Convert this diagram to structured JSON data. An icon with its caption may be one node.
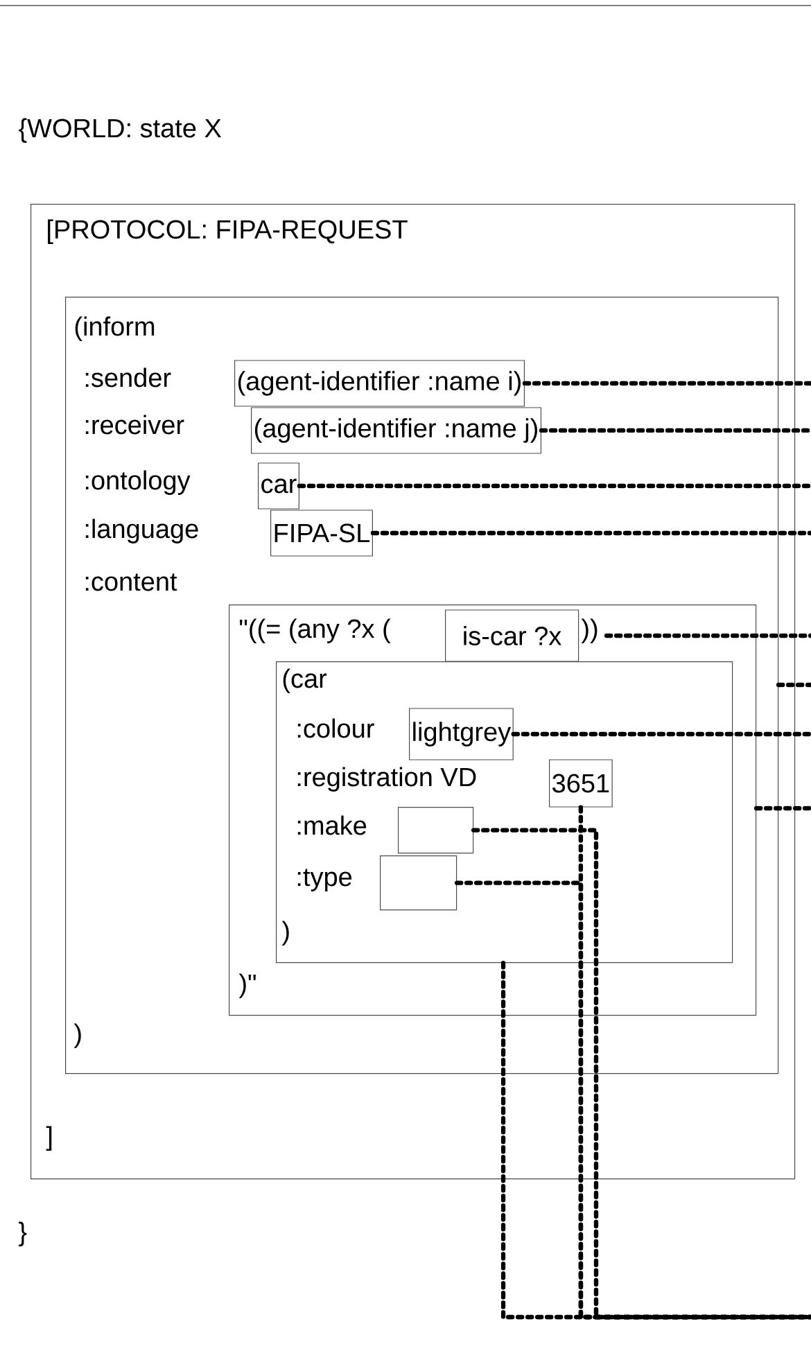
{
  "diagram": {
    "nodes": [
      {
        "text": [
          "[PROTOCOL: FIPA-REQUEST",
          "]"
        ]
      },
      {
        "text": [
          "(inform",
          ":sender",
          ":receiver",
          ":ontology",
          ":language",
          ":content",
          ")"
        ],
        "in": 0
      },
      {
        "text": [
          "(agent-identifier :name i)"
        ],
        "in": 1
      },
      {
        "text": [
          "(agent-identifier :name j)"
        ],
        "in": 1
      },
      {
        "text": [
          "car"
        ],
        "in": 1
      },
      {
        "text": [
          "FIPA-SL"
        ],
        "in": 1
      },
      {
        "text": [
          "\"((= (any ?x (",
          "))",
          ")\""
        ],
        "in": 1
      },
      {
        "text": [
          "is-car ?x"
        ],
        "in": 6
      },
      {
        "text": [
          "(car",
          ":colour",
          ":registration VD",
          ":make",
          ":type",
          ")"
        ],
        "in": 6
      },
      {
        "text": [
          "lightgrey"
        ],
        "in": 8
      },
      {
        "text": [
          "3651"
        ],
        "in": 8
      },
      {
        "text": [],
        "shape": "box",
        "in": 8
      },
      {
        "text": [],
        "shape": "box",
        "in": 8
      }
    ],
    "edges": [
      {
        "from": 2,
        "to": null,
        "arrow": "none",
        "style": "dashed"
      },
      {
        "from": 3,
        "to": null,
        "arrow": "none",
        "style": "dashed"
      },
      {
        "from": 4,
        "to": null,
        "arrow": "none",
        "style": "dashed"
      },
      {
        "from": 5,
        "to": null,
        "arrow": "none",
        "style": "dashed"
      },
      {
        "from": 7,
        "to": null,
        "arrow": "none",
        "style": "dashed"
      },
      {
        "from": 1,
        "to": null,
        "arrow": "none",
        "style": "dashed"
      },
      {
        "from": 9,
        "to": null,
        "arrow": "none",
        "style": "dashed"
      },
      {
        "from": 6,
        "to": null,
        "arrow": "none",
        "style": "dashed"
      },
      {
        "from": 10,
        "to": null,
        "arrow": "none",
        "style": "dashed"
      },
      {
        "from": 11,
        "to": null,
        "arrow": "none",
        "style": "dashed"
      },
      {
        "from": 12,
        "to": null,
        "arrow": "none",
        "style": "dashed"
      },
      {
        "from": 8,
        "to": null,
        "arrow": "none",
        "style": "dashed"
      }
    ],
    "labels": [
      "{WORLD: state X",
      "}"
    ]
  }
}
